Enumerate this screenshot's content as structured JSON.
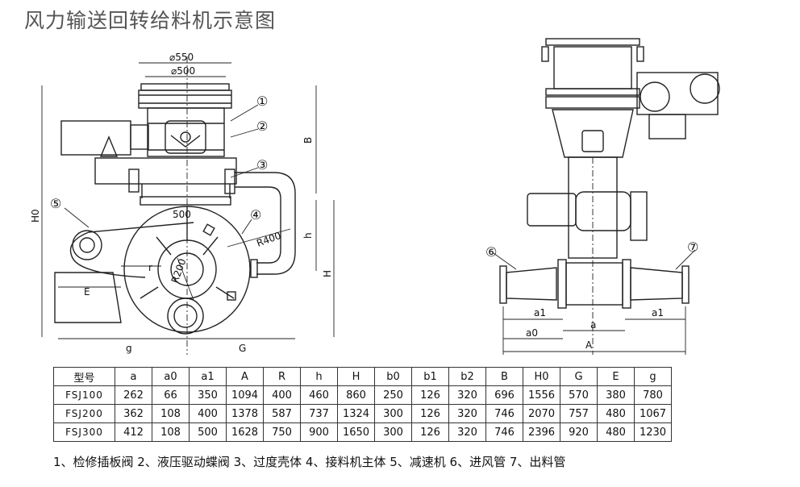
{
  "title": "风力输送回转给料机示意图",
  "dimensions_left": {
    "d550": "⌀550",
    "d500": "⌀500",
    "B": "B",
    "H0": "H0",
    "h": "h",
    "H": "H",
    "r": "r",
    "R400": "R400",
    "R200": "R200",
    "E": "E",
    "g": "g",
    "G": "G",
    "s": "500"
  },
  "callouts_left": [
    "①",
    "②",
    "③",
    "④",
    "⑤"
  ],
  "dimensions_right": {
    "a1_left": "a1",
    "a1_right": "a1",
    "a0": "a0",
    "a": "a",
    "A": "A"
  },
  "callouts_right": [
    "⑥",
    "⑦"
  ],
  "table": {
    "headers": [
      "型号",
      "a",
      "a0",
      "a1",
      "A",
      "R",
      "h",
      "H",
      "b0",
      "b1",
      "b2",
      "B",
      "H0",
      "G",
      "E",
      "g"
    ],
    "rows": [
      [
        "FSJ100",
        "262",
        "66",
        "350",
        "1094",
        "400",
        "460",
        "860",
        "250",
        "126",
        "320",
        "696",
        "1556",
        "570",
        "380",
        "780"
      ],
      [
        "FSJ200",
        "362",
        "108",
        "400",
        "1378",
        "587",
        "737",
        "1324",
        "300",
        "126",
        "320",
        "746",
        "2070",
        "757",
        "480",
        "1067"
      ],
      [
        "FSJ300",
        "412",
        "108",
        "500",
        "1628",
        "750",
        "900",
        "1650",
        "300",
        "126",
        "320",
        "746",
        "2396",
        "920",
        "480",
        "1230"
      ]
    ]
  },
  "legend": "1、检修插板阀  2、液压驱动蝶阀  3、过度壳体  4、接料机主体  5、减速机  6、进风管  7、出料管"
}
